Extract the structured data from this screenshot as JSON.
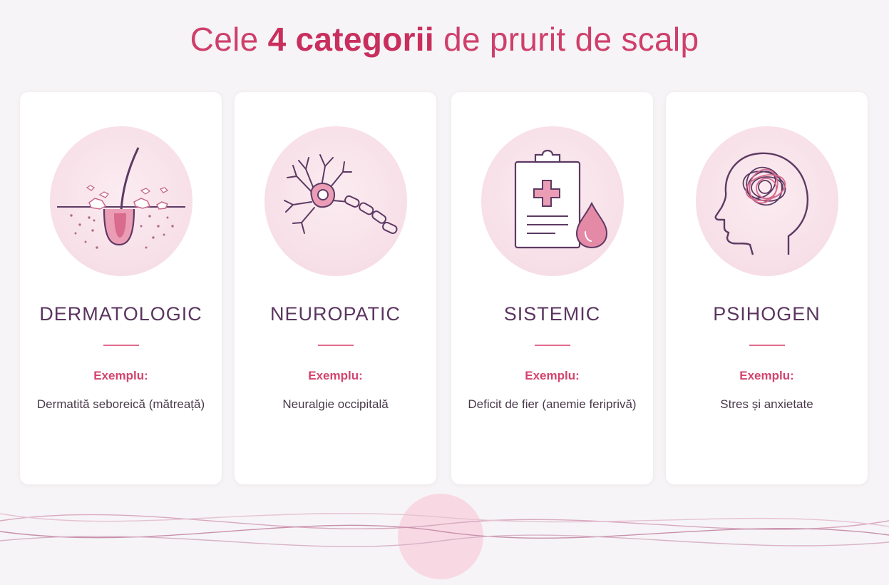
{
  "title": {
    "pre": "Cele",
    "bold": "4 categorii",
    "post": "de prurit de scalp"
  },
  "cards": [
    {
      "name": "DERMATOLOGIC",
      "example_label": "Exemplu:",
      "example_text": "Dermatită seboreică (mătreață)",
      "icon": "hair-follicle-icon"
    },
    {
      "name": "NEUROPATIC",
      "example_label": "Exemplu:",
      "example_text": "Neuralgie occipitală",
      "icon": "neuron-icon"
    },
    {
      "name": "SISTEMIC",
      "example_label": "Exemplu:",
      "example_text": "Deficit de fier (anemie feriprivă)",
      "icon": "clipboard-blood-drop-icon"
    },
    {
      "name": "PSIHOGEN",
      "example_label": "Exemplu:",
      "example_text": "Stres și anxietate",
      "icon": "head-tangled-mind-icon"
    }
  ],
  "colors": {
    "accent": "#cf3f6b",
    "heading": "#5b3560",
    "icon_stroke": "#5d3a63",
    "icon_fill": "#e58aa6",
    "background": "#f6f4f6"
  }
}
